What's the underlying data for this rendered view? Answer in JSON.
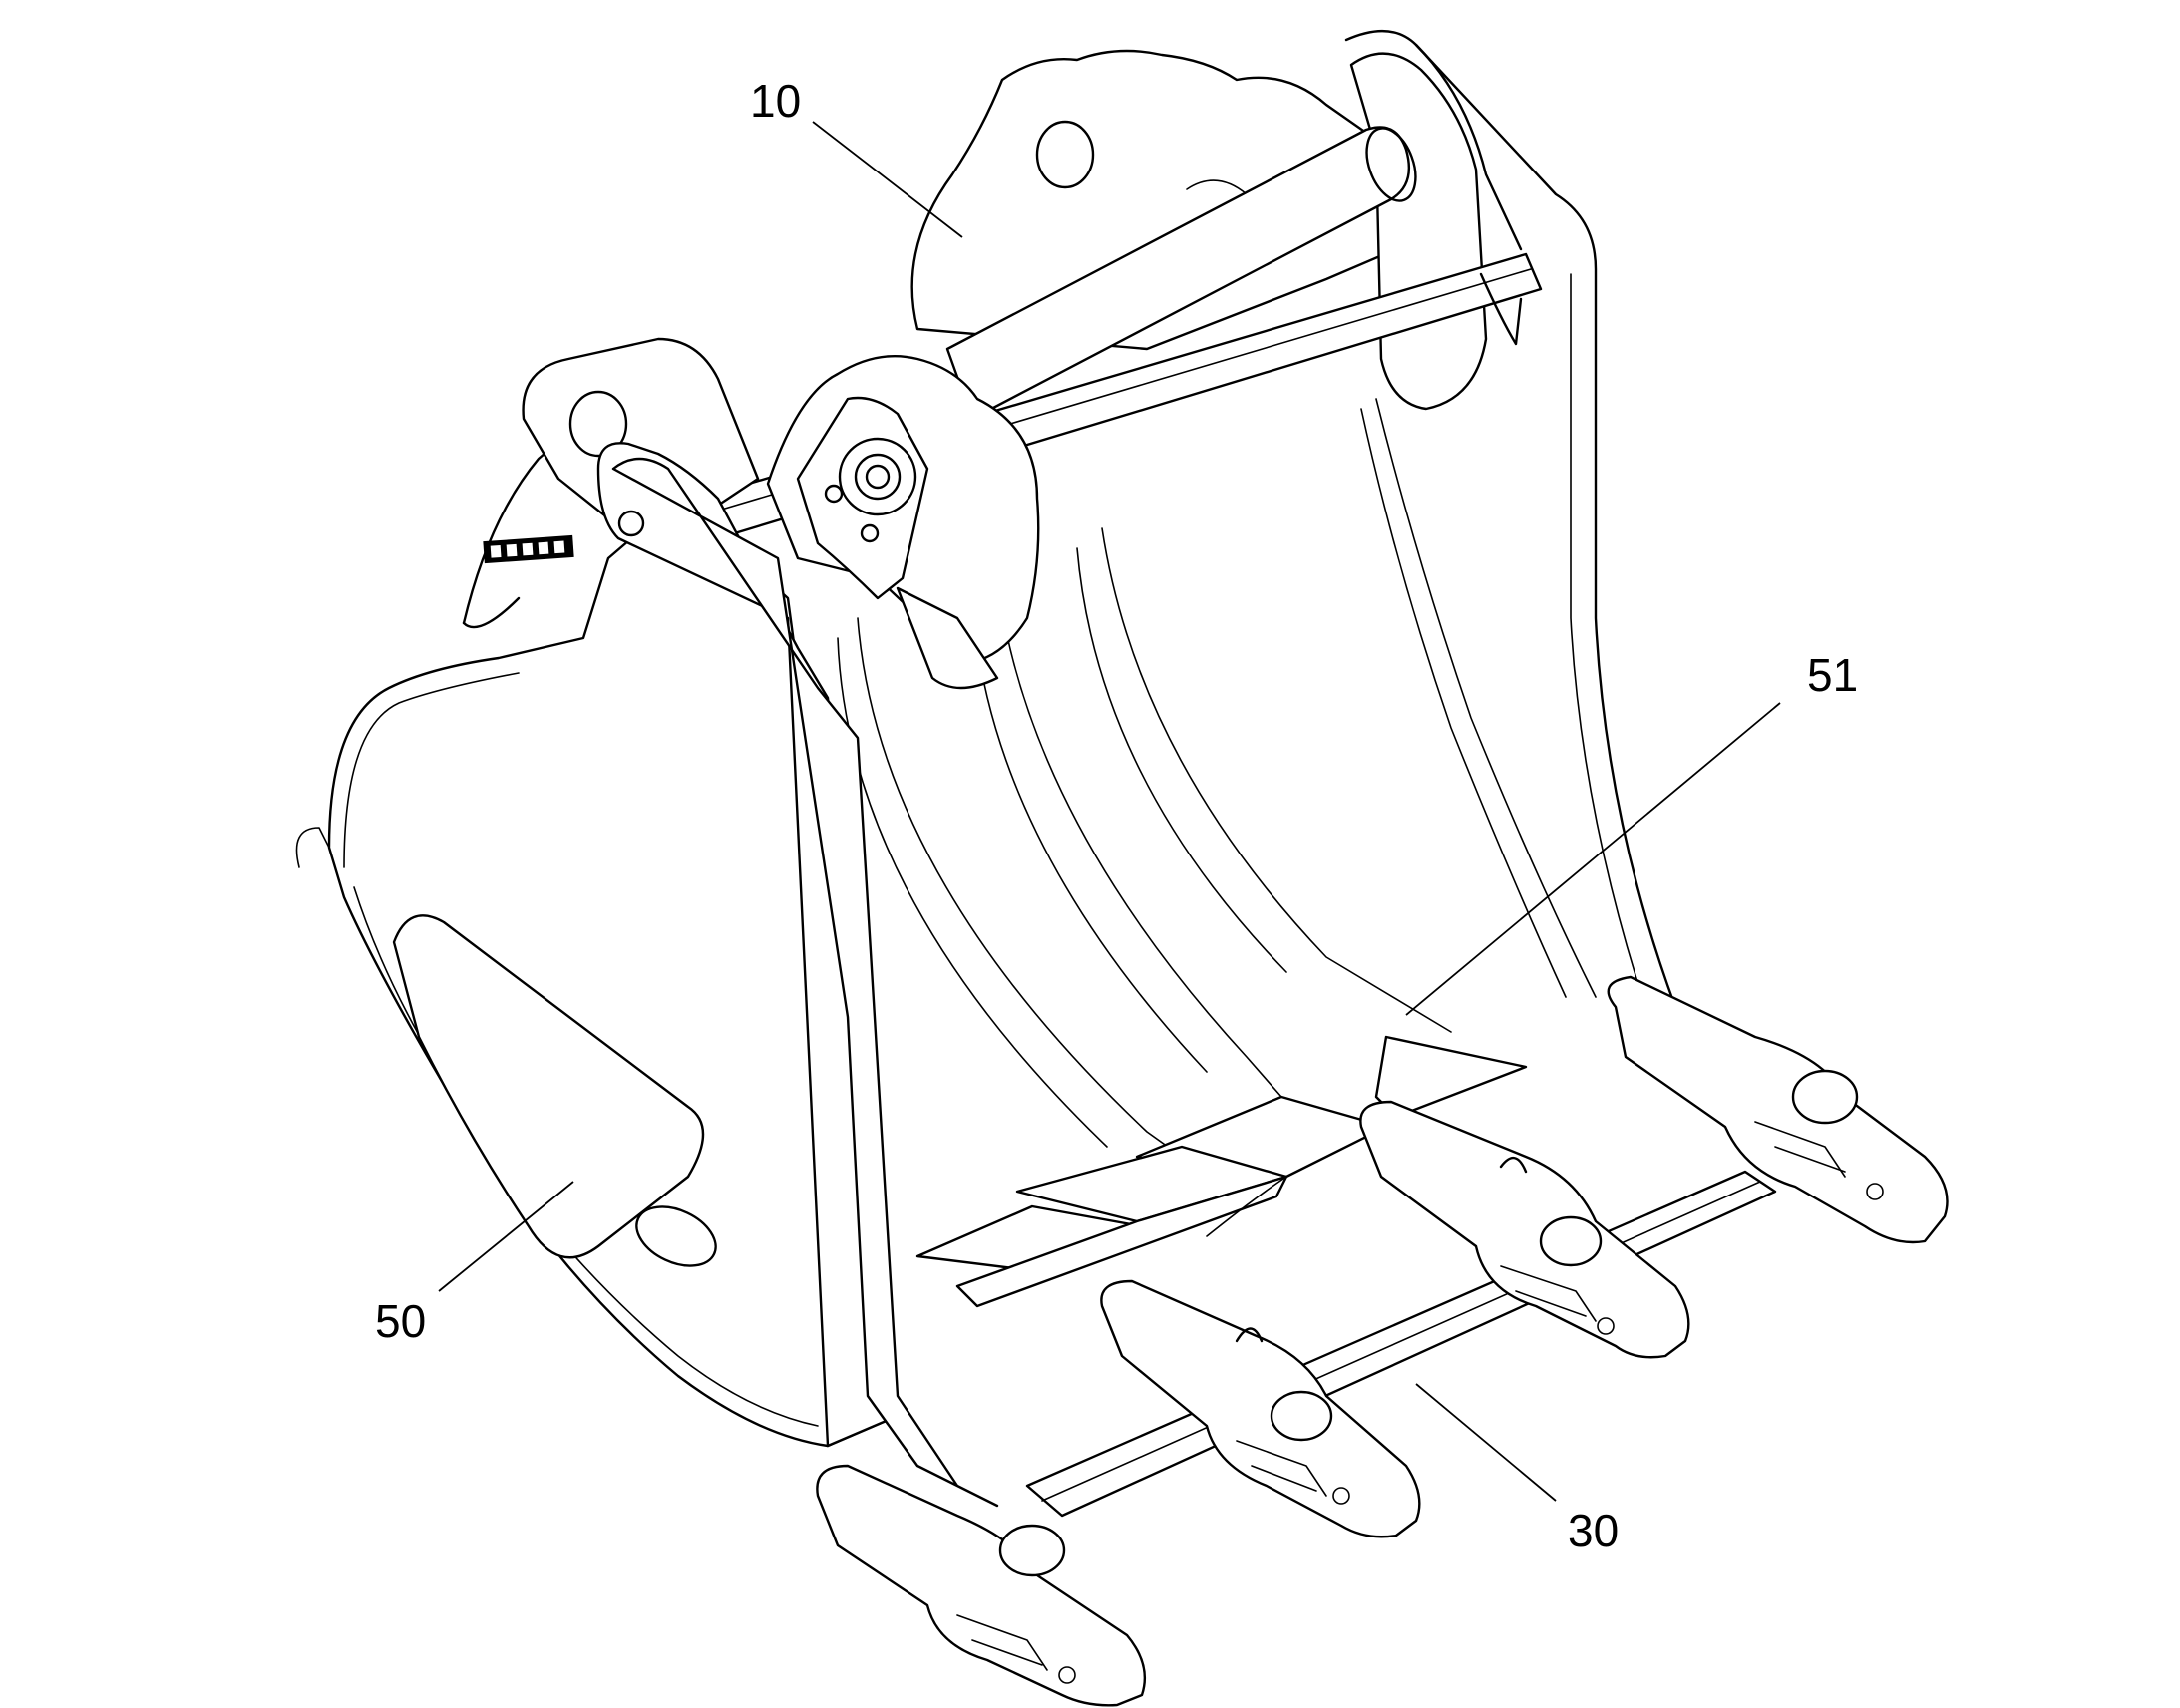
{
  "figure": {
    "reference_numerals": [
      {
        "id": "frame",
        "label": "10"
      },
      {
        "id": "edge",
        "label": "30"
      },
      {
        "id": "side",
        "label": "50"
      },
      {
        "id": "plate",
        "label": "51"
      }
    ],
    "colors": {
      "line": "#000000",
      "background": "#ffffff"
    }
  }
}
